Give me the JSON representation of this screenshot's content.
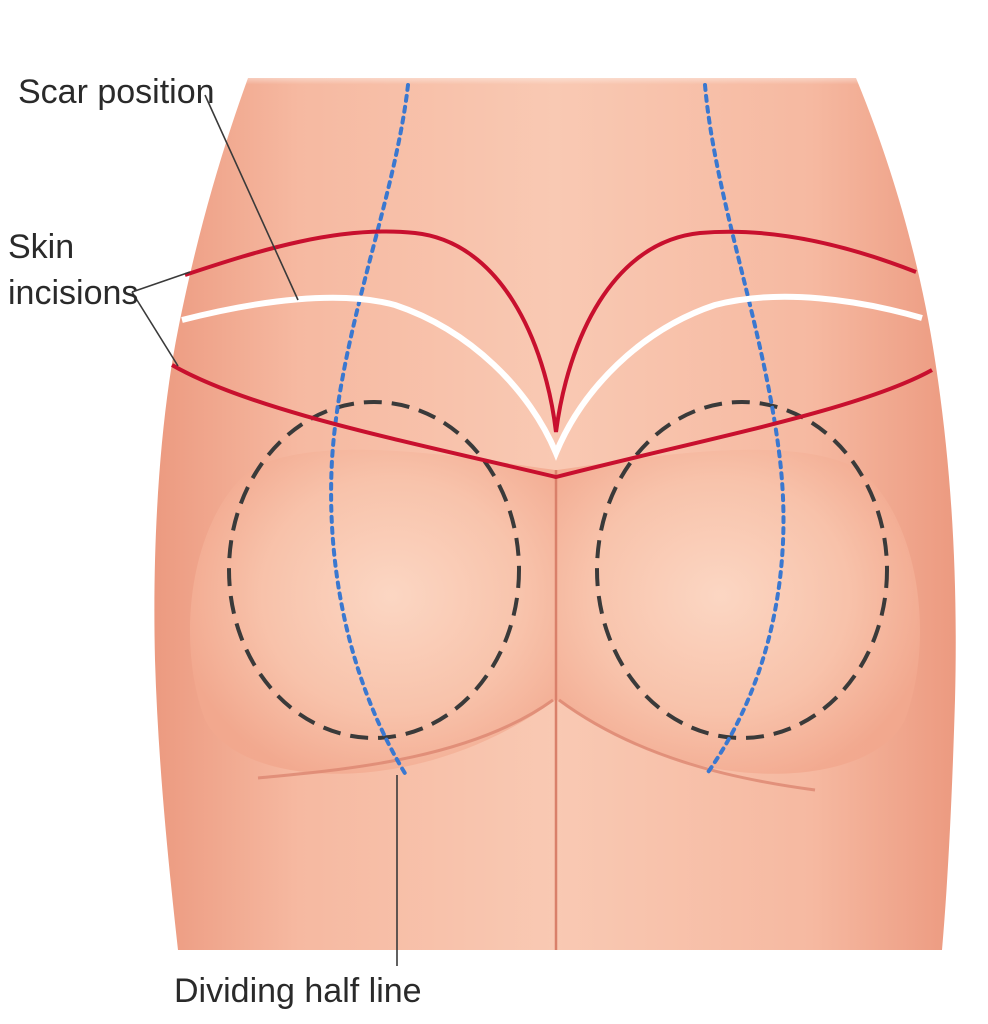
{
  "labels": {
    "scar_position": "Scar position",
    "skin_incisions_line1": "Skin",
    "skin_incisions_line2": "incisions",
    "dividing_half_line": "Dividing half line"
  },
  "colors": {
    "skin_base": "#f6b9a1",
    "skin_light": "#fbd3bf",
    "skin_shadow": "#e88f78",
    "incision_red": "#c8102e",
    "scar_white": "#ffffff",
    "implant_outline": "#3a3a3a",
    "dividing_line_blue": "#3a78d0",
    "leader_line": "#3a3a3a",
    "label_text": "#2a2a2a"
  },
  "icons": {
    "body": "buttocks-illustration",
    "implant": "implant-outline-icon"
  }
}
